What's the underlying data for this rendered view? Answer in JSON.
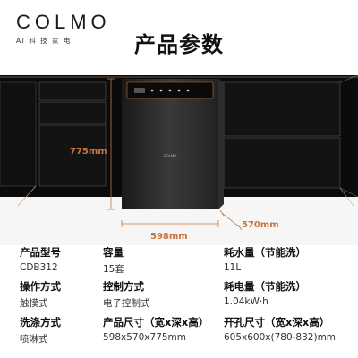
{
  "brand": {
    "name": "COLMO",
    "tagline": "AI 科 技 家 电"
  },
  "title": "产品参数",
  "dimensions": {
    "height": "775mm",
    "width": "598mm",
    "depth": "570mm"
  },
  "specs": [
    {
      "label": "产品型号",
      "value": "CDB312"
    },
    {
      "label": "容量",
      "value": "15套"
    },
    {
      "label": "耗水量（节能洗）",
      "value": "11L"
    },
    {
      "label": "操作方式",
      "value": "触摸式"
    },
    {
      "label": "控制方式",
      "value": "电子控制式"
    },
    {
      "label": "耗电量（节能洗）",
      "value": "1.04kW·h"
    },
    {
      "label": "洗涤方式",
      "value": "喷淋式"
    },
    {
      "label": "产品尺寸（宽x深x高）",
      "value": "598x570x775mm"
    },
    {
      "label": "开孔尺寸（宽x深x高）",
      "value": "605x600x(780-832)mm"
    }
  ],
  "colors": {
    "accent": "#c8743a",
    "cabinet_line": "#c9a07a",
    "appliance": "#2b2b2b"
  }
}
